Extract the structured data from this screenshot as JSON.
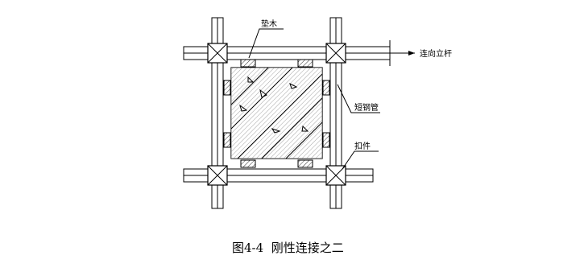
{
  "labels": {
    "pad": "垫木",
    "connect": "连向立杆",
    "short_tube": "短钢管",
    "clamp": "扣件"
  },
  "caption": "图4-4  刚性连接之二"
}
